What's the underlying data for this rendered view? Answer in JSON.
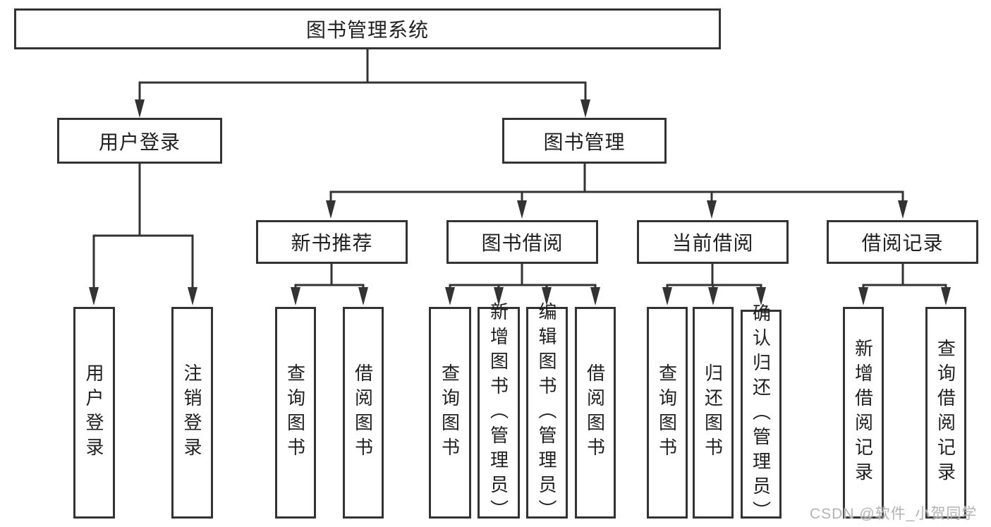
{
  "colors": {
    "line": "#333333",
    "text": "#1f1f1f",
    "box_background": "#ffffff",
    "watermark_text_color": "#b3b3b3"
  },
  "watermark": {
    "text": "CSDN @软件_小贺同学"
  },
  "tree": {
    "root": "图书管理系统",
    "user_branch": {
      "label": "用户登录",
      "children": [
        "用户登录",
        "注销登录"
      ]
    },
    "book_branch": {
      "label": "图书管理",
      "groups": [
        {
          "label": "新书推荐",
          "children": [
            "查询图书",
            "借阅图书"
          ]
        },
        {
          "label": "图书借阅",
          "children": [
            "查询图书",
            "新增图书（管理员）",
            "编辑图书（管理员）",
            "借阅图书"
          ]
        },
        {
          "label": "当前借阅",
          "children": [
            "查询图书",
            "归还图书",
            "确认归还（管理员）"
          ]
        },
        {
          "label": "借阅记录",
          "children": [
            "新增借阅记录",
            "查询借阅记录"
          ]
        }
      ]
    }
  }
}
